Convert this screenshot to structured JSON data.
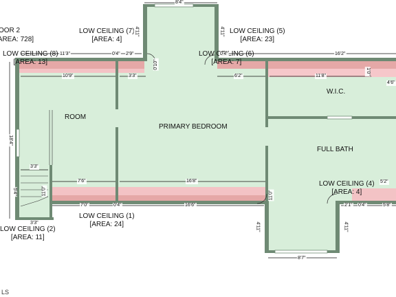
{
  "floor": {
    "name_fragment": "OOR 2",
    "area_label": "[AREA: 728]"
  },
  "rooms": [
    {
      "name": "ROOM"
    },
    {
      "name": "PRIMARY BEDROOM"
    },
    {
      "name": "W.I.C."
    },
    {
      "name": "FULL BATH"
    }
  ],
  "low_ceilings": [
    {
      "name": "LOW CEILING (8)",
      "area": "[AREA: 13]"
    },
    {
      "name": "LOW CEILING (7)",
      "area": "[AREA: 4]"
    },
    {
      "name": "LOW CEILING (6)",
      "area": "[AREA: 7]"
    },
    {
      "name": "LOW CEILING (5)",
      "area": "[AREA: 23]"
    },
    {
      "name": "LOW CEILING (4)",
      "area": "[AREA: 4]"
    },
    {
      "name": "LOW CEILING (1)",
      "area": "[AREA: 24]"
    },
    {
      "name": "LOW CEILING (2)",
      "area": "[AREA: 11]"
    }
  ],
  "dimensions": {
    "top_alcove_width": "8'4\"",
    "alcove_left_height": "4'11\"",
    "alcove_right_height": "4'11\"",
    "top_left": "11'3\"",
    "d_0_4_a": "0'4\"",
    "d_2_9": "2'9\"",
    "d_0_4_b": "0'4\"",
    "d_16_2": "16'2\"",
    "d_10_9": "10'9\"",
    "d_3_3_top": "3'3\"",
    "d_6_2": "6'2\"",
    "d_11_8": "11'8\"",
    "d_4_6": "4'6\"",
    "d_1_0": "1'0\"",
    "d_0_10": "0'10\"",
    "room_height": "18'4\"",
    "stair_3_3": "3'3\"",
    "stair_5_4": "5'4\"",
    "stair_11_0": "11'0\"",
    "d_7_6": "7'6\"",
    "d_16_8": "16'8\"",
    "d_7_0": "7'0\"",
    "d_0_4_c": "0'4\"",
    "d_16_6": "16'6\"",
    "d_11_0": "11'0\"",
    "d_5_2": "5'2\"",
    "d_2_1": "2'1\"",
    "d_0_4_d": "0'4\"",
    "d_5_8": "5'8\"",
    "bottom_alcove_width": "8'7\"",
    "bottom_left_height": "4'11\"",
    "bottom_right_height": "4'11\"",
    "stair_bottom": "3'3\""
  },
  "corner_tag": "LS"
}
